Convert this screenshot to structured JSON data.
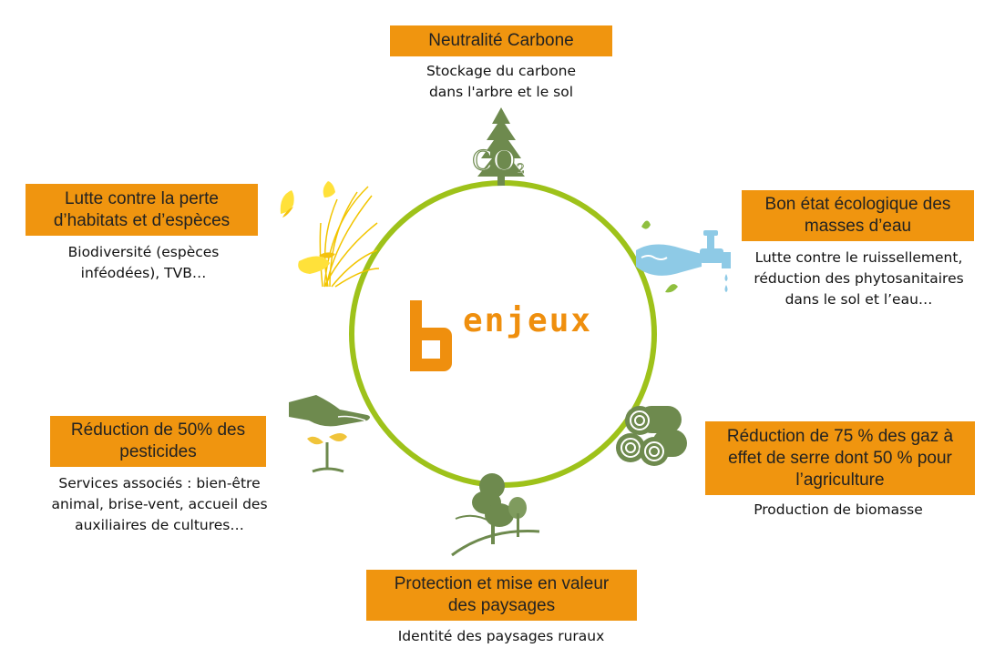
{
  "center": {
    "title": "enjeux",
    "logo_letter": "b"
  },
  "colors": {
    "orange": "#f0950f",
    "ring": "#9ec21a",
    "icon_green": "#6e8a4e",
    "water": "#8ecae6",
    "yellow": "#ffe13a"
  },
  "nodes": [
    {
      "id": "carbone",
      "title": "Neutralité Carbone",
      "desc": "Stockage du carbone\ndans l'arbre et le sol",
      "icon": "tree-co2-icon",
      "icon_text": "CO",
      "icon_sub": "2"
    },
    {
      "id": "eau",
      "title": "Bon état écologique des\nmasses d’eau",
      "desc": "Lutte contre le ruissellement,\nréduction des phytosanitaires\ndans le sol et l’eau…",
      "icon": "water-tap-icon"
    },
    {
      "id": "gaz",
      "title": "Réduction de 75 % des gaz à\neffet de serre dont 50 % pour\nl’agriculture",
      "desc": "Production de biomasse",
      "icon": "logs-icon"
    },
    {
      "id": "paysages",
      "title": "Protection et mise en valeur\ndes paysages",
      "desc": "Identité des paysages ruraux",
      "icon": "landscape-trees-icon"
    },
    {
      "id": "pesticides",
      "title": "Réduction de 50% des\npesticides",
      "desc": "Services associés : bien-être\nanimal, brise-vent, accueil des\nauxiliaires de cultures…",
      "icon": "hand-seedling-icon"
    },
    {
      "id": "habitats",
      "title": "Lutte contre la perte\nd’habitats et d’espèces",
      "desc": "Biodiversité (espèces\ninféodées), TVB…",
      "icon": "butterflies-grass-icon"
    }
  ]
}
